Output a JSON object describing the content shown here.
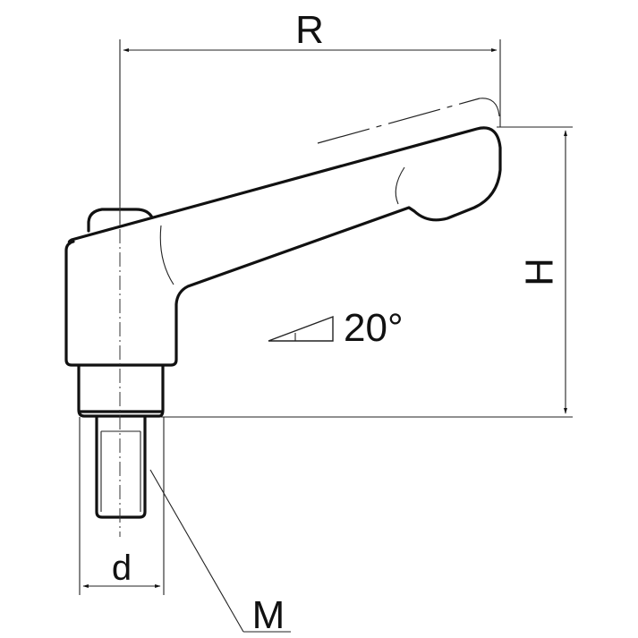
{
  "diagram": {
    "subject": "adjustable clamping lever",
    "colors": {
      "line": "#111111",
      "background": "#ffffff"
    },
    "labels": {
      "R": "R",
      "H": "H",
      "d": "d",
      "M": "M",
      "angle": "20°"
    }
  }
}
